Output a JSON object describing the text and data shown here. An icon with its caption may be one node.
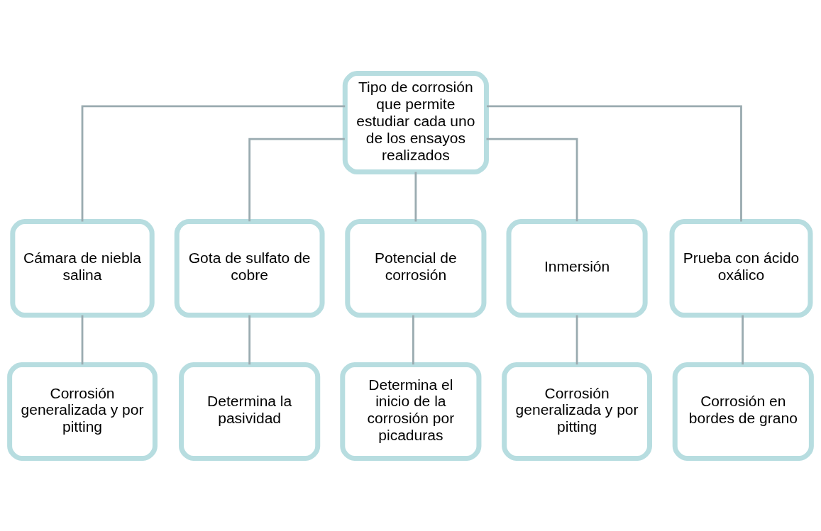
{
  "diagram": {
    "nodes": [
      {
        "text": [
          "Tipo de corrosión que permite estudiar cada uno de los ensayos realizados"
        ]
      },
      {
        "text": [
          "Cámara de niebla salina"
        ]
      },
      {
        "text": [
          "Gota de sulfato de cobre"
        ]
      },
      {
        "text": [
          "Potencial de corrosión"
        ]
      },
      {
        "text": [
          "Inmersión"
        ]
      },
      {
        "text": [
          "Prueba con ácido oxálico"
        ]
      },
      {
        "text": [
          "Corrosión generalizada y por pitting"
        ]
      },
      {
        "text": [
          "Determina la pasividad"
        ]
      },
      {
        "text": [
          "Determina el inicio de la corrosión por picaduras"
        ]
      },
      {
        "text": [
          "Corrosión generalizada y por pitting"
        ]
      },
      {
        "text": [
          "Corrosión en bordes de grano"
        ]
      }
    ],
    "edges": [
      {
        "from": 0,
        "to": 1,
        "arrow": "none"
      },
      {
        "from": 0,
        "to": 2,
        "arrow": "none"
      },
      {
        "from": 0,
        "to": 3,
        "arrow": "none"
      },
      {
        "from": 0,
        "to": 4,
        "arrow": "none"
      },
      {
        "from": 0,
        "to": 5,
        "arrow": "none"
      },
      {
        "from": 1,
        "to": 6,
        "arrow": "none"
      },
      {
        "from": 2,
        "to": 7,
        "arrow": "none"
      },
      {
        "from": 3,
        "to": 8,
        "arrow": "none"
      },
      {
        "from": 4,
        "to": 9,
        "arrow": "none"
      },
      {
        "from": 5,
        "to": 10,
        "arrow": "none"
      }
    ]
  }
}
